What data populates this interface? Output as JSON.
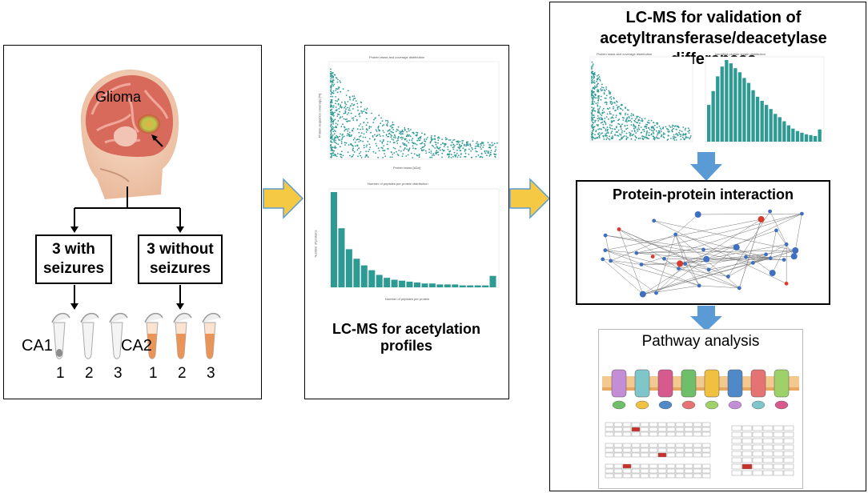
{
  "panel1": {
    "tumor_label": "Glioma",
    "group_with": "3 with seizures",
    "group_without": "3 without seizures",
    "ca1": "CA1",
    "ca2": "CA2",
    "sample_numbers": [
      "1",
      "2",
      "3"
    ]
  },
  "panel2": {
    "caption": "LC-MS for acetylation profiles",
    "scatter_title": "Protein mass and coverage distribution",
    "scatter_xlabel": "Protein mass [kDa]",
    "scatter_ylabel": "Protein sequence coverage [%]",
    "bar_title": "Number of peptides per protein distribution",
    "bar_xlabel": "Number of peptides per protein",
    "bar_ylabel": "Number of proteins"
  },
  "panel3": {
    "title": "LC-MS for validation of acetyltransferase/deacetylase differences",
    "scatter_title": "Protein mass and coverage distribution",
    "hist_title": "Identified peptide length distribution",
    "ppi_title": "Protein-protein interaction",
    "pathway_title": "Pathway analysis"
  },
  "colors": {
    "teal": "#2e9a94",
    "arrow_yellow": "#f6c944",
    "arrow_blue": "#5b9bd5",
    "node_blue": "#3f6fbf",
    "node_red": "#d93a2e"
  },
  "chart_data": [
    {
      "type": "bar",
      "title": "Number of peptides per protein distribution",
      "xlabel": "Number of peptides per protein",
      "ylabel": "Number of proteins",
      "values": [
        100,
        62,
        40,
        30,
        23,
        18,
        13,
        10,
        8,
        7,
        6,
        5,
        4,
        4,
        3,
        3,
        3,
        2,
        2,
        2,
        2,
        12
      ]
    },
    {
      "type": "bar",
      "title": "Identified peptide length distribution",
      "values": [
        45,
        62,
        80,
        92,
        100,
        96,
        90,
        85,
        78,
        72,
        63,
        55,
        50,
        45,
        40,
        34,
        30,
        25,
        20,
        16,
        13,
        11,
        9,
        8,
        7,
        15
      ]
    }
  ]
}
